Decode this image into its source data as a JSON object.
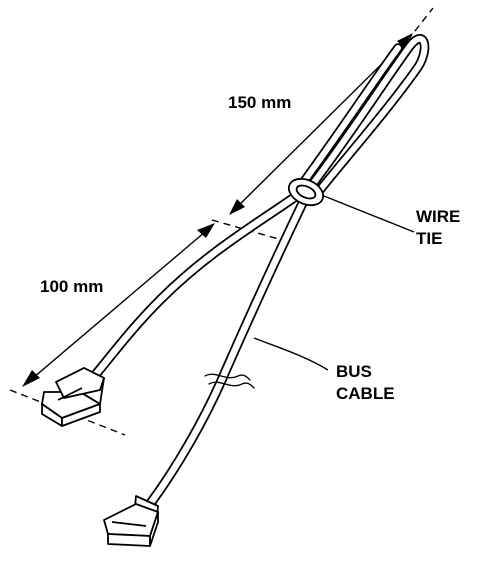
{
  "labels": {
    "length_long": "150 mm",
    "length_short": "100 mm",
    "wire_tie_line1": "WIRE",
    "wire_tie_line2": "TIE",
    "bus_cable_line1": "BUS",
    "bus_cable_line2": "CABLE"
  },
  "colors": {
    "ink": "#000000",
    "background": "#ffffff"
  }
}
